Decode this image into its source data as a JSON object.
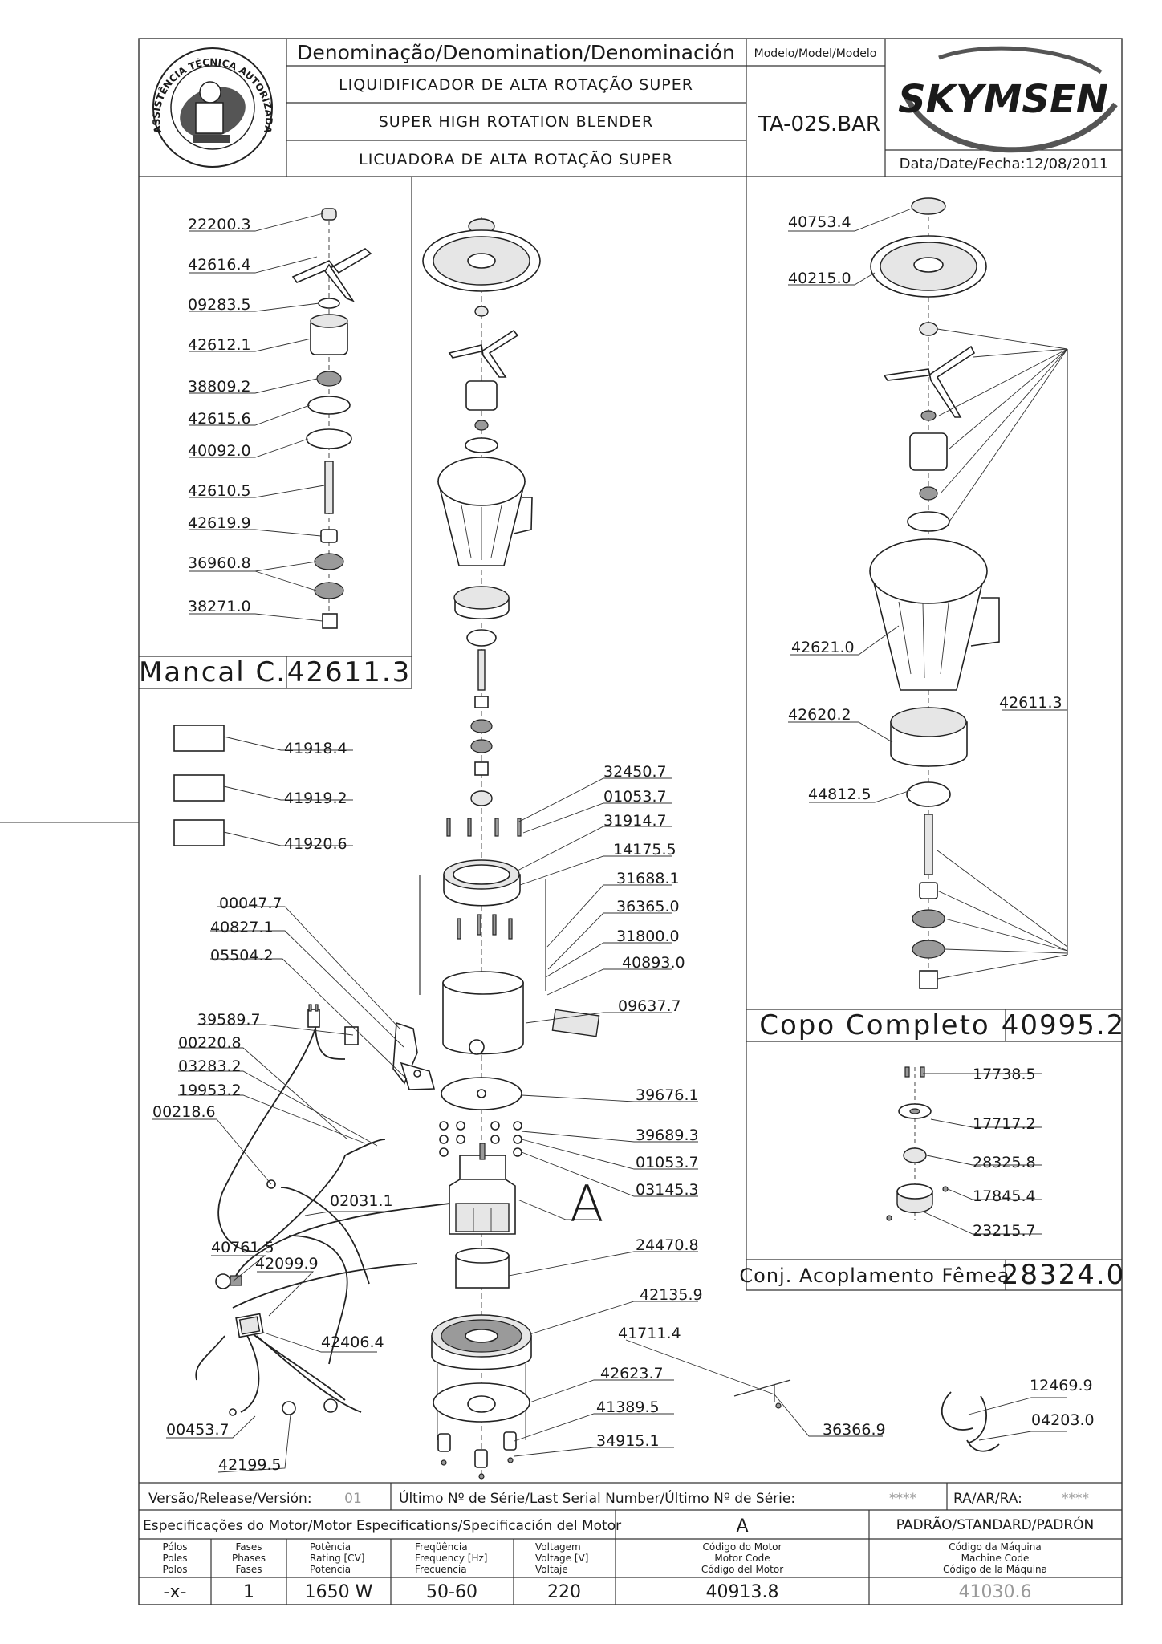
{
  "header": {
    "denomination_label": "Denominação/Denomination/Denominación",
    "name_pt": "LIQUIDIFICADOR DE ALTA ROTAÇÃO SUPER",
    "name_en": "SUPER HIGH ROTATION BLENDER",
    "name_es": "LICUADORA DE ALTA ROTAÇÃO SUPER",
    "model_label": "Modelo/Model/Modelo",
    "model_code": "TA-02S.BAR",
    "brand": "SKYMSEN",
    "date": "Data/Date/Fecha:12/08/2011",
    "seal_text": "ASSISTÊNCIA TÉCNICA AUTORIZADA"
  },
  "panels": {
    "mancal": {
      "title": "Mancal C.",
      "code": "42611.3"
    },
    "copo": {
      "title": "Copo Completo",
      "code": "40995.2"
    },
    "acoplamento": {
      "title": "Conj. Acoplamento Fêmea",
      "code": "28324.0"
    }
  },
  "parts": {
    "p22200_3": "22200.3",
    "p42616_4": "42616.4",
    "p09283_5": "09283.5",
    "p42612_1": "42612.1",
    "p38809_2": "38809.2",
    "p42615_6": "42615.6",
    "p40092_0": "40092.0",
    "p42610_5": "42610.5",
    "p42619_9": "42619.9",
    "p36960_8": "36960.8",
    "p38271_0": "38271.0",
    "p40753_4": "40753.4",
    "p40215_0": "40215.0",
    "p42621_0": "42621.0",
    "p42620_2": "42620.2",
    "p44812_5": "44812.5",
    "p42611_3": "42611.3",
    "p41918_4": "41918.4",
    "p41919_2": "41919.2",
    "p41920_6": "41920.6",
    "p32450_7": "32450.7",
    "p01053_7a": "01053.7",
    "p31914_7": "31914.7",
    "p14175_5": "14175.5",
    "p31688_1": "31688.1",
    "p36365_0": "36365.0",
    "p31800_0": "31800.0",
    "p40893_0": "40893.0",
    "p09637_7": "09637.7",
    "p00047_7": "00047.7",
    "p40827_1": "40827.1",
    "p05504_2": "05504.2",
    "p39589_7": "39589.7",
    "p00220_8": "00220.8",
    "p03283_2": "03283.2",
    "p19953_2": "19953.2",
    "p00218_6": "00218.6",
    "p39676_1": "39676.1",
    "p39689_3": "39689.3",
    "p01053_7b": "01053.7",
    "p03145_3": "03145.3",
    "p02031_1": "02031.1",
    "p40761_5": "40761.5",
    "p42099_9": "42099.9",
    "p24470_8": "24470.8",
    "p42135_9": "42135.9",
    "p42406_4": "42406.4",
    "p41711_4": "41711.4",
    "p42623_7": "42623.7",
    "p41389_5": "41389.5",
    "p34915_1": "34915.1",
    "p36366_9": "36366.9",
    "p12469_9": "12469.9",
    "p04203_0": "04203.0",
    "p00453_7": "00453.7",
    "p42199_5": "42199.5",
    "p17738_5": "17738.5",
    "p17717_2": "17717.2",
    "p28325_8": "28325.8",
    "p17845_4": "17845.4",
    "p23215_7": "23215.7"
  },
  "motor_marker": "A",
  "footer": {
    "version_label": "Versão/Release/Versión:",
    "version_value": "01",
    "serial_label": "Último Nº de Série/Last Serial Number/Último Nº de Série:",
    "serial_value": "****",
    "ra_label": "RA/AR/RA:",
    "ra_value": "****",
    "motor_spec_label": "Especificações do Motor/Motor Especifications/Specificación del Motor",
    "motor_spec_code": "A",
    "standard_label": "PADRÃO/STANDARD/PADRÓN",
    "col_poles": [
      "Pólos",
      "Poles",
      "Polos"
    ],
    "col_phases": [
      "Fases",
      "Phases",
      "Fases"
    ],
    "col_power": [
      "Potência",
      "Rating [CV]",
      "Potencia"
    ],
    "col_freq": [
      "Freqüência",
      "Frequency [Hz]",
      "Frecuencia"
    ],
    "col_volt": [
      "Voltagem",
      "Voltage [V]",
      "Voltaje"
    ],
    "col_motor_code": [
      "Código do Motor",
      "Motor Code",
      "Código del Motor"
    ],
    "col_machine_code": [
      "Código da Máquina",
      "Machine Code",
      "Código de la Máquina"
    ],
    "val_poles": "-x-",
    "val_phases": "1",
    "val_power": "1650 W",
    "val_freq": "50-60",
    "val_volt": "220",
    "val_motor_code": "40913.8",
    "val_machine_code": "41030.6"
  }
}
